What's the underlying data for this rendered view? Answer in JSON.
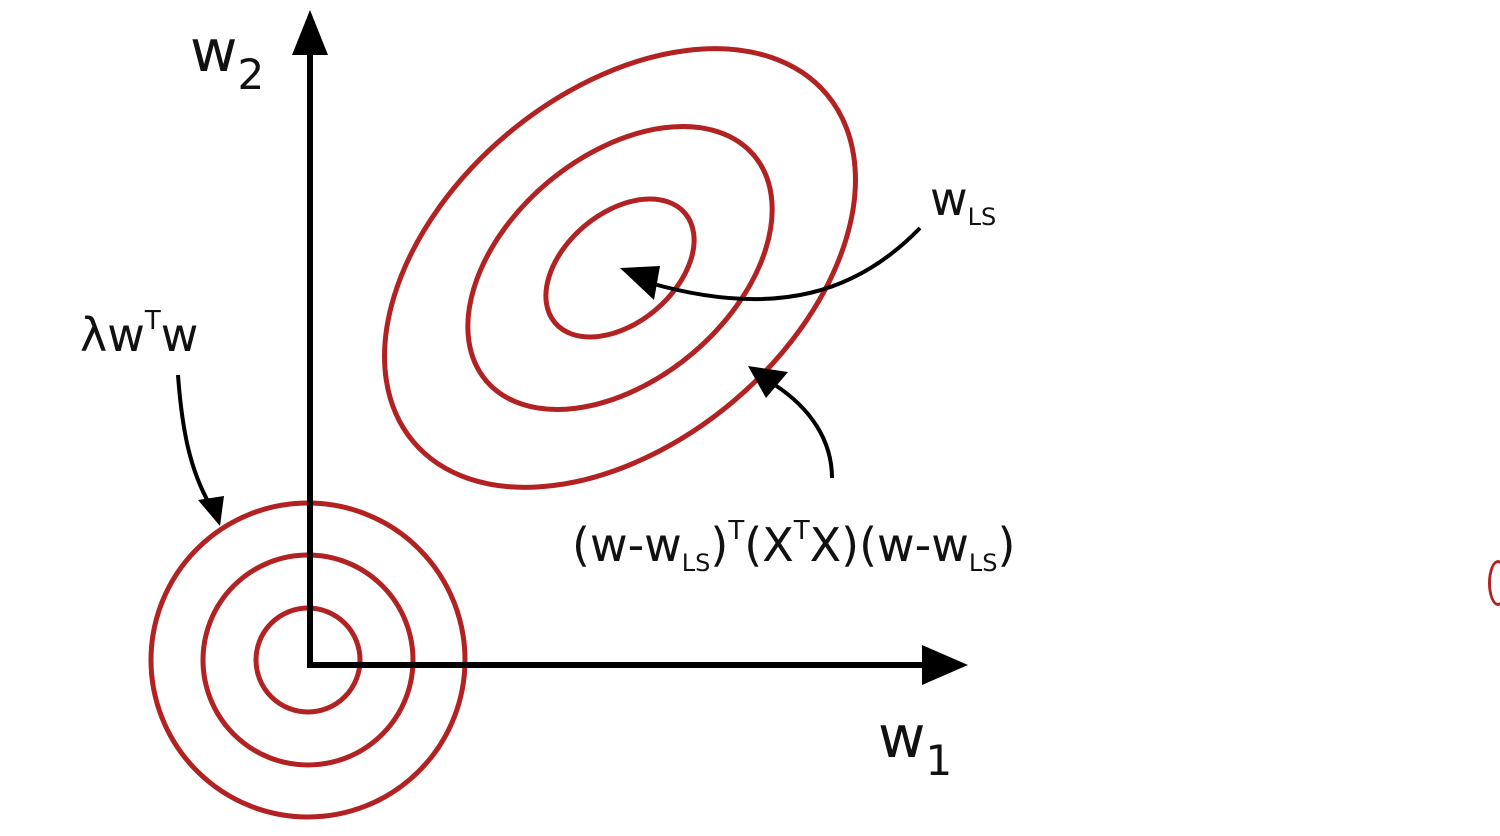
{
  "axes": {
    "x_label": {
      "main": "w",
      "sub": "1"
    },
    "y_label": {
      "main": "w",
      "sub": "2"
    }
  },
  "labels": {
    "regularizer": {
      "prefix": "λw",
      "sup": "T",
      "suffix": "w"
    },
    "ls_point": {
      "main": "w",
      "sub": "LS"
    },
    "ls_objective": {
      "p1": "(w-w",
      "p1_sub": "LS",
      "p2": ")",
      "p2_sup": "T",
      "p3": "(X",
      "p3_sup": "T",
      "p4": "X)(w-w",
      "p4_sub": "LS",
      "p5": ")"
    }
  },
  "colors": {
    "contour": "#b22222",
    "axis": "#000000"
  },
  "contours": {
    "regularizer_rings": 3,
    "ls_rings": 3
  }
}
